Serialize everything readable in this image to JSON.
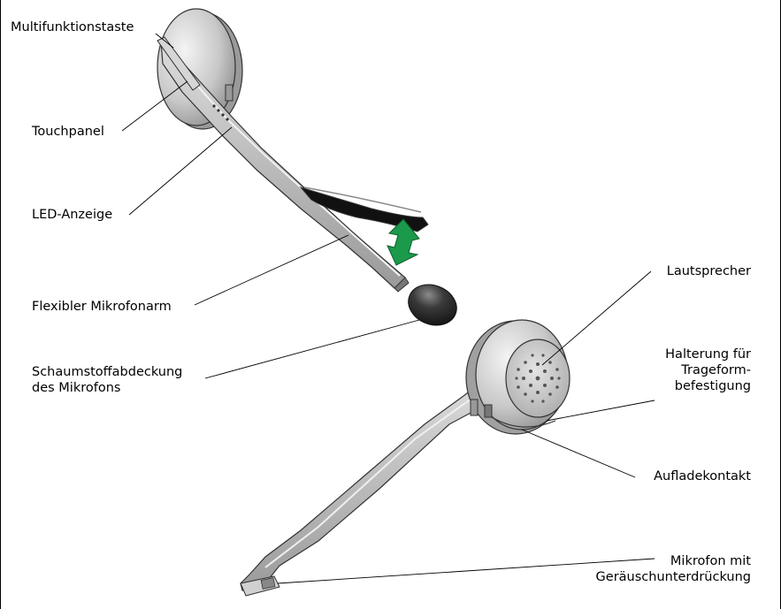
{
  "labels": {
    "multifunktionstaste": "Multifunktionstaste",
    "touchpanel": "Touchpanel",
    "led_anzeige": "LED-Anzeige",
    "flexibler_mikrofonarm": "Flexibler Mikrofonarm",
    "schaumstoff_line1": "Schaumstoffabdeckung",
    "schaumstoff_line2": "des Mikrofons",
    "lautsprecher": "Lautsprecher",
    "halterung_line1": "Halterung für",
    "halterung_line2": "Trageform-",
    "halterung_line3": "befestigung",
    "aufladekontakt": "Aufladekontakt",
    "mikrofon_line1": "Mikrofon mit",
    "mikrofon_line2": "Geräuschunterdrückung"
  },
  "colors": {
    "arrow": "#1a9a4a",
    "body_light": "#e6e6e6",
    "body_mid": "#bdbdbd",
    "body_dark": "#8a8a8a",
    "foam": "#2e2e2e"
  }
}
